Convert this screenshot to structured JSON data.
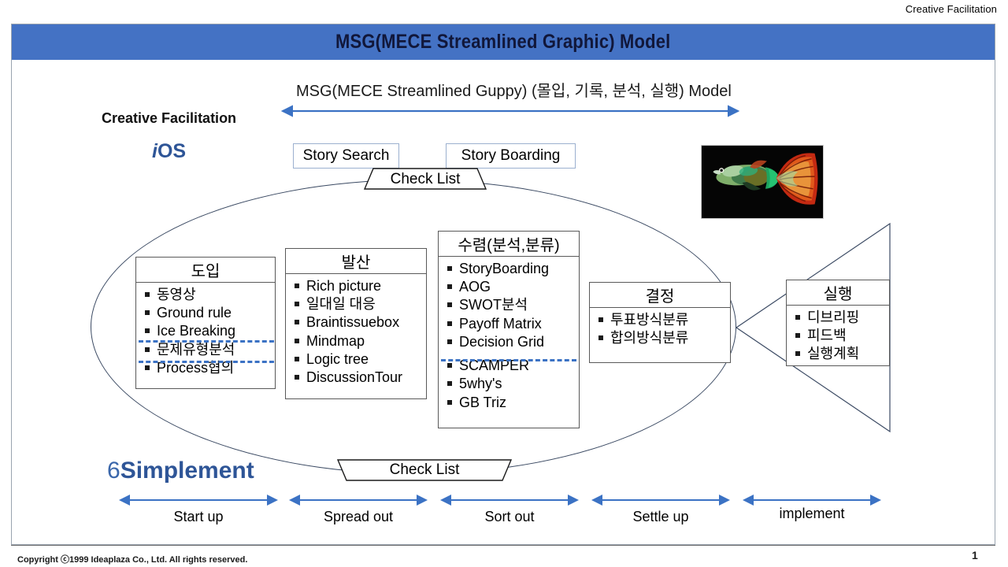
{
  "brand": {
    "top_right": "Creative Facilitation"
  },
  "title_bar": {
    "title": "MSG(MECE Streamlined Graphic) Model",
    "bg_color": "#4472C4",
    "text_color": "#11173A"
  },
  "headline": "MSG(MECE Streamlined Guppy) (몰입, 기록, 분석, 실행) Model",
  "labels": {
    "creative_facilitation": "Creative Facilitation",
    "ios_i": "i",
    "ios_os": "OS",
    "six_digit": "6",
    "six_rest": "Simplement"
  },
  "top_boxes": [
    {
      "name": "story-search",
      "label": "Story Search"
    },
    {
      "name": "story-boarding",
      "label": "Story Boarding"
    }
  ],
  "check_lists": {
    "top": "Check List",
    "bottom": "Check List"
  },
  "cards": [
    {
      "id": "dopip",
      "title": "도입",
      "items": [
        "동영상",
        "Ground rule",
        "Ice Breaking",
        "문제유형분석",
        "Process협의"
      ]
    },
    {
      "id": "balsan",
      "title": "발산",
      "items": [
        "Rich picture",
        "일대일 대응",
        "Braintissuebox",
        "Mindmap",
        "Logic tree",
        "DiscussionTour"
      ]
    },
    {
      "id": "suryeom",
      "title": "수렴(분석,분류)",
      "items": [
        "StoryBoarding",
        "AOG",
        "SWOT분석",
        "Payoff Matrix",
        "Decision Grid"
      ],
      "items2": [
        "SCAMPER",
        "5why's",
        "GB Triz"
      ]
    },
    {
      "id": "gyeoljeong",
      "title": "결정",
      "items": [
        "투표방식분류",
        "합의방식분류"
      ]
    },
    {
      "id": "silhaeng",
      "title": "실행",
      "items": [
        "디브리핑",
        "피드백",
        "실행계획"
      ]
    }
  ],
  "phases": [
    {
      "label": "Start up"
    },
    {
      "label": "Spread out"
    },
    {
      "label": "Sort out"
    },
    {
      "label": "Settle up"
    },
    {
      "label": "implement"
    }
  ],
  "colors": {
    "accent_blue": "#4472C4",
    "arrow_blue": "#3B72C4",
    "brand_red": "#C00000",
    "outline": "#3B4A63",
    "text_blue": "#2E5597"
  },
  "footer": {
    "copyright": "Copyright ⓒ1999 Ideaplaza Co., Ltd. All rights reserved.",
    "page_number": "1"
  }
}
